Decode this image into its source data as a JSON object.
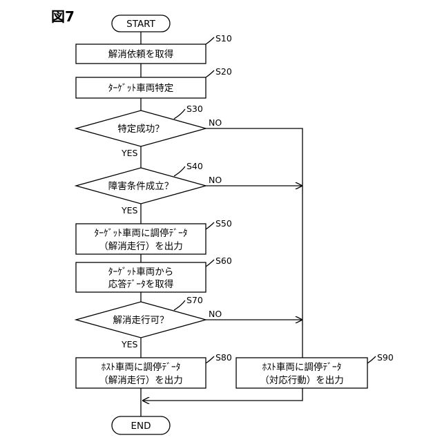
{
  "figure_label": "図7",
  "nodes": {
    "start": {
      "text": "START"
    },
    "s10": {
      "step": "S10",
      "lines": [
        "解消依頼を取得"
      ]
    },
    "s20": {
      "step": "S20",
      "lines": [
        "ﾀｰｹﾞｯﾄ車両特定"
      ]
    },
    "s30": {
      "step": "S30",
      "lines": [
        "特定成功？"
      ],
      "yes": "YES",
      "no": "NO"
    },
    "s40": {
      "step": "S40",
      "lines": [
        "障害条件成立？"
      ],
      "yes": "YES",
      "no": "NO"
    },
    "s50": {
      "step": "S50",
      "lines": [
        "ﾀｰｹﾞｯﾄ車両に調停ﾃﾞｰﾀ",
        "（解消走行）を出力"
      ]
    },
    "s60": {
      "step": "S60",
      "lines": [
        "ﾀｰｹﾞｯﾄ車両から",
        "応答ﾃﾞｰﾀを取得"
      ]
    },
    "s70": {
      "step": "S70",
      "lines": [
        "解消走行可？"
      ],
      "yes": "YES",
      "no": "NO"
    },
    "s80": {
      "step": "S80",
      "lines": [
        "ﾎｽﾄ車両に調停ﾃﾞｰﾀ",
        "（解消走行）を出力"
      ]
    },
    "s90": {
      "step": "S90",
      "lines": [
        "ﾎｽﾄ車両に調停ﾃﾞｰﾀ",
        "（対応行動）を出力"
      ]
    },
    "end": {
      "text": "END"
    }
  }
}
